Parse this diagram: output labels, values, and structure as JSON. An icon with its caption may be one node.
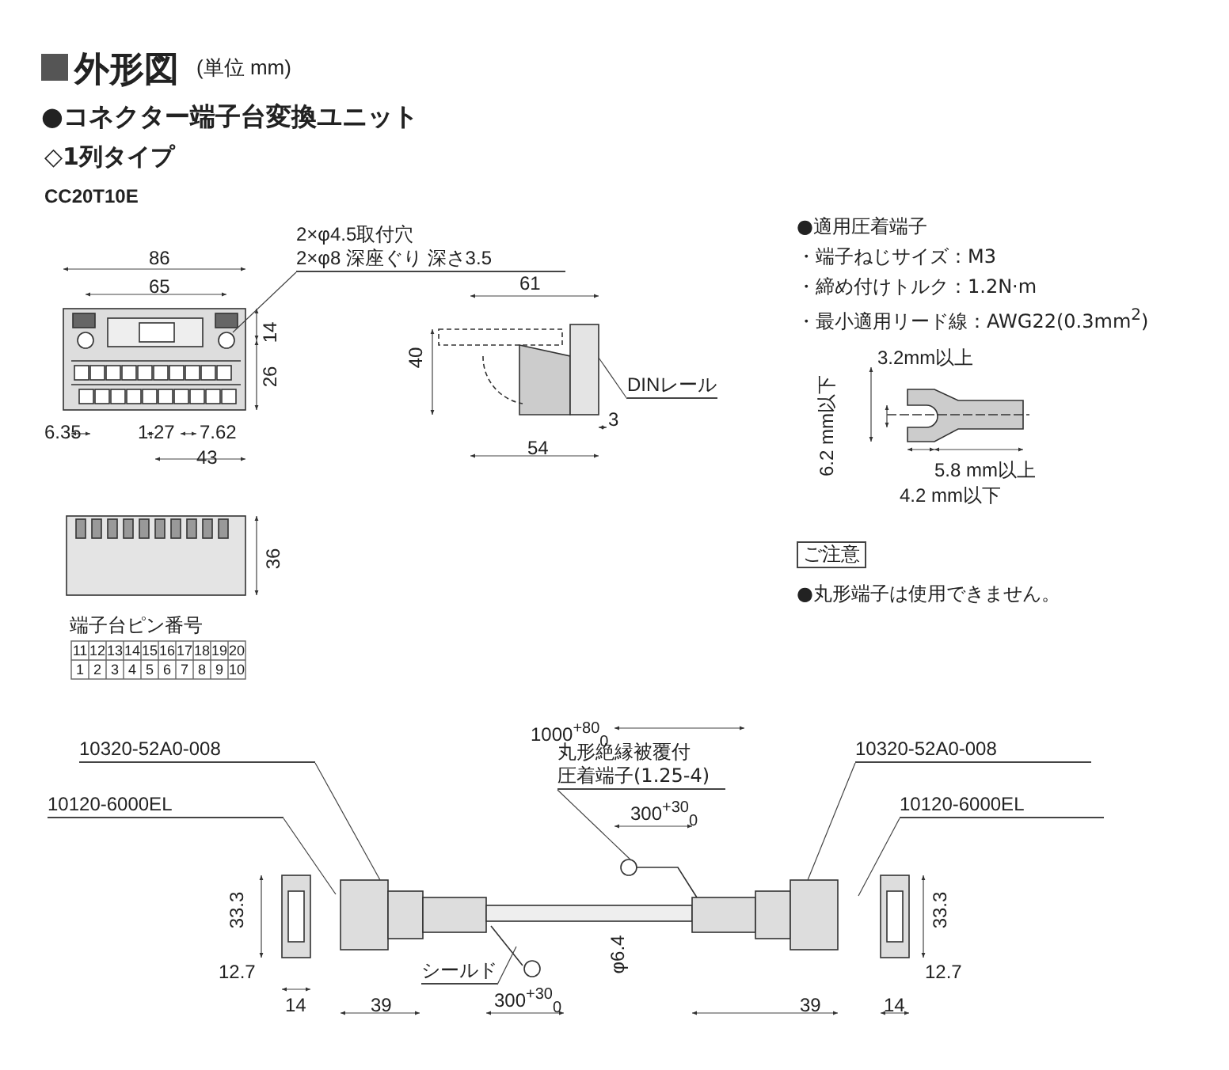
{
  "diagram": {
    "title": "外形図",
    "nodes": [
      {
        "text": [
          "2×φ4.5取付穴",
          "2×φ8 深座ぐり 深さ3.5"
        ]
      },
      {
        "text": [
          "DINレール"
        ]
      },
      {
        "text": [
          "ご注意"
        ]
      },
      {
        "text": [
          "10320-52A0-008"
        ]
      },
      {
        "text": [
          "10120-6000EL"
        ]
      },
      {
        "text": [
          "丸形絶縁被覆付",
          "圧着端子(1.25-4)"
        ]
      },
      {
        "text": [
          "10320-52A0-008"
        ]
      },
      {
        "text": [
          "10120-6000EL"
        ]
      },
      {
        "text": [
          "シールド"
        ]
      }
    ],
    "edges": [
      {
        "from": 0,
        "to": null,
        "arrow": "none"
      },
      {
        "from": 1,
        "to": null,
        "arrow": "none"
      },
      {
        "from": 3,
        "to": null,
        "arrow": "none"
      },
      {
        "from": 4,
        "to": null,
        "arrow": "none"
      },
      {
        "from": 5,
        "to": null,
        "arrow": "none"
      },
      {
        "from": 6,
        "to": null,
        "arrow": "none"
      },
      {
        "from": 7,
        "to": null,
        "arrow": "none"
      },
      {
        "from": 8,
        "to": null,
        "arrow": "none"
      }
    ],
    "labels": [
      "(単位 mm)",
      "●コネクター端子台変換ユニット",
      "◇1列タイプ",
      "CC20T10E",
      "86",
      "65",
      "14",
      "26",
      "6.35",
      "1.27",
      "7.62",
      "43",
      "61",
      "40",
      "3",
      "54",
      "36",
      "端子台ピン番号",
      "11",
      "12",
      "13",
      "14",
      "15",
      "16",
      "17",
      "18",
      "19",
      "20",
      "1",
      "2",
      "3",
      "4",
      "5",
      "6",
      "7",
      "8",
      "9",
      "10",
      "●適用圧着端子",
      "・端子ねじサイズ：M3",
      "・締め付けトルク：1.2N·m",
      "・最小適用リード線：AWG22(0.3mm$^{2}$)",
      "3.2mm以上",
      "6.2 mm以下",
      "5.8 mm以上",
      "4.2 mm以下",
      "●丸形端子は使用できません。",
      "1000$^{+80}$$_{0}$",
      "300$^{+30}$$_{0}$",
      "φ6.4",
      "33.3",
      "12.7",
      "14",
      "39",
      "300$^{+30}$$_{0}$",
      "39",
      "14",
      "12.7",
      "33.3"
    ]
  }
}
